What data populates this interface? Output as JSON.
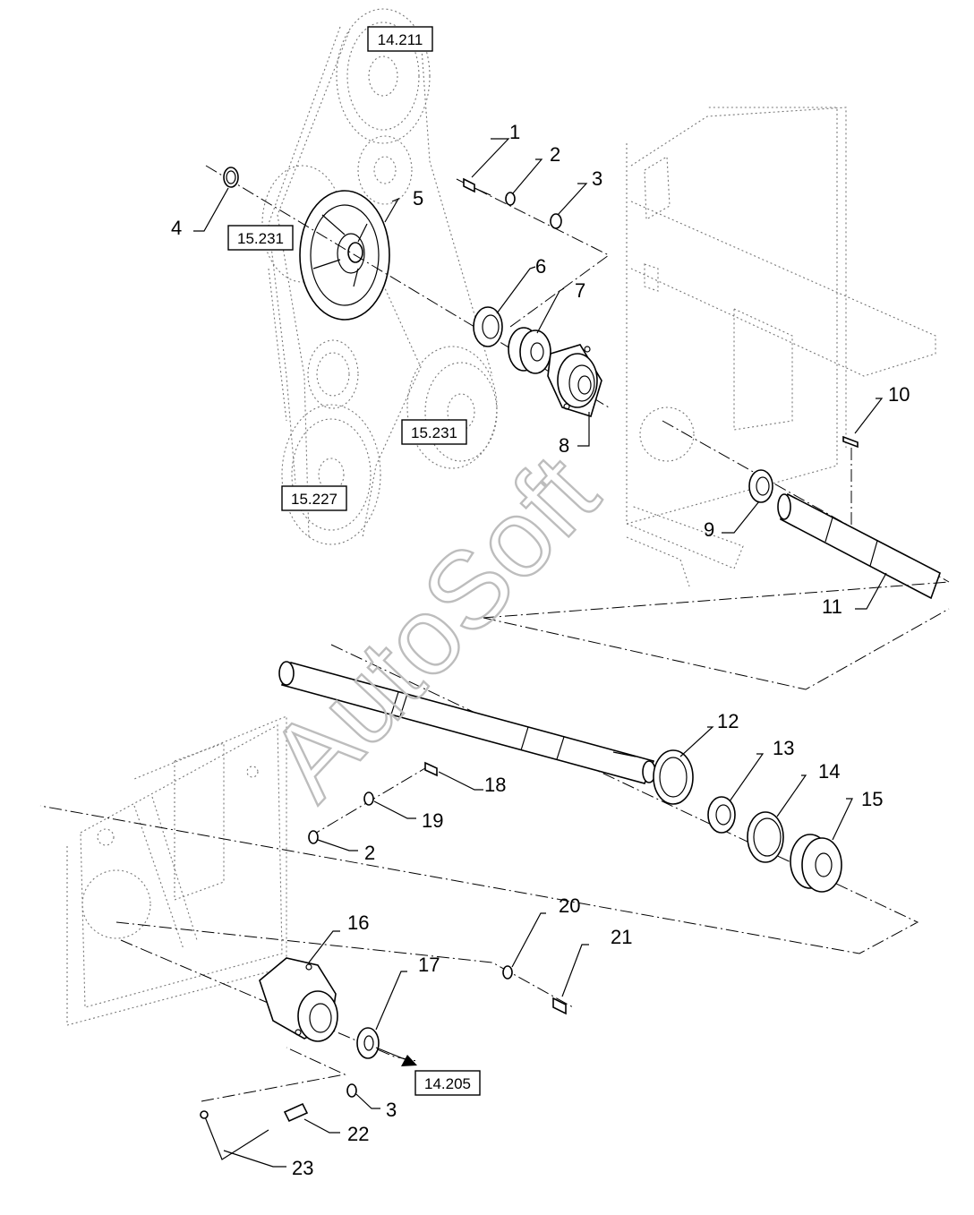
{
  "watermark": "AutoSoft",
  "references": {
    "r1": "14.211",
    "r2": "15.231",
    "r3": "15.231",
    "r4": "15.227",
    "r5": "14.205"
  },
  "callouts": {
    "c1": "1",
    "c2": "2",
    "c3": "3",
    "c4": "4",
    "c5": "5",
    "c6": "6",
    "c7": "7",
    "c8": "8",
    "c9": "9",
    "c10": "10",
    "c11": "11",
    "c12": "12",
    "c13": "13",
    "c14": "14",
    "c15": "15",
    "c16": "16",
    "c17": "17",
    "c18": "18",
    "c19": "19",
    "c2b": "2",
    "c20": "20",
    "c21": "21",
    "c3b": "3",
    "c22": "22",
    "c23": "23"
  }
}
